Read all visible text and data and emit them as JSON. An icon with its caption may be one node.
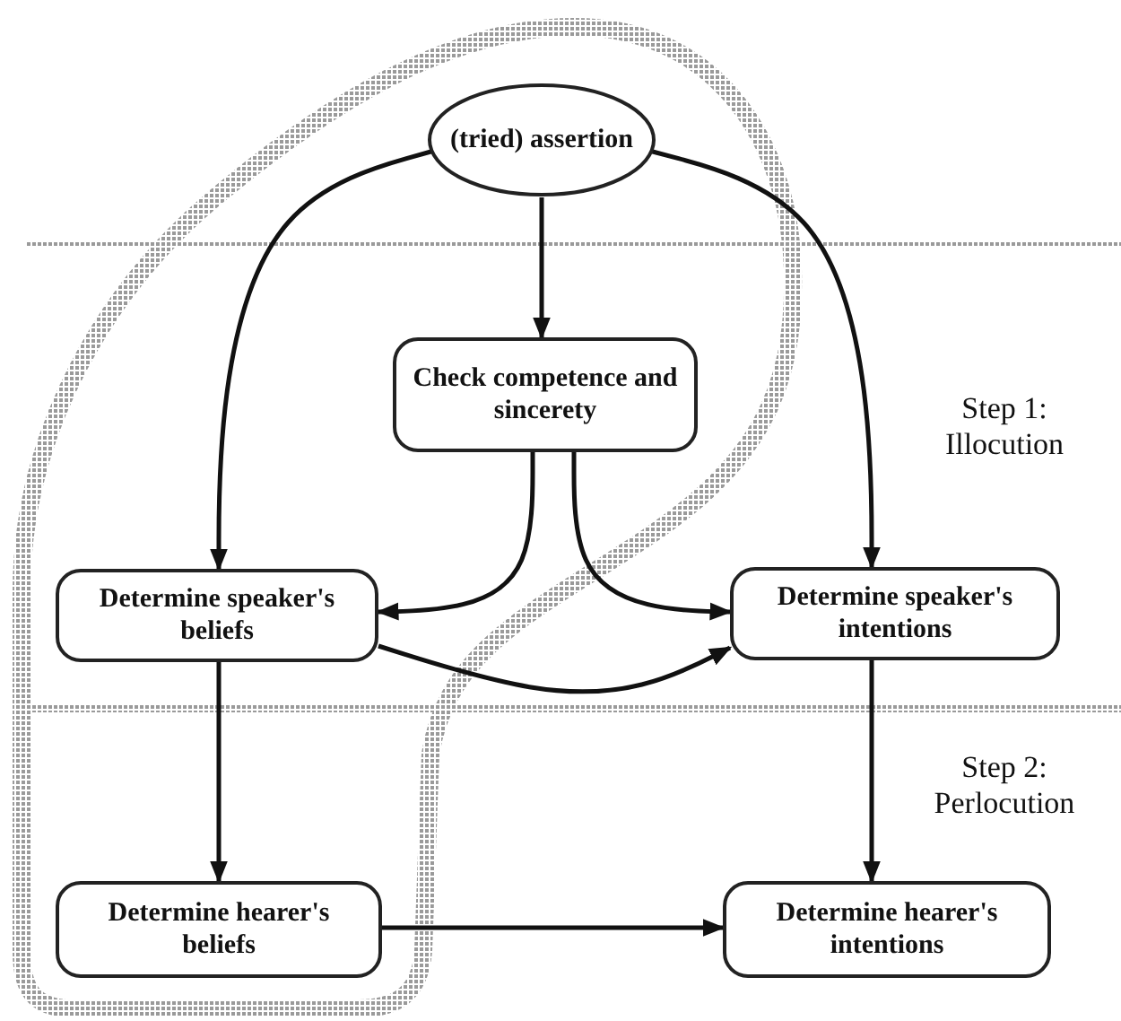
{
  "diagram": {
    "nodes": [
      {
        "text": [
          "(tried) assertion"
        ]
      },
      {
        "text": [
          "Check competence and sincerety"
        ]
      },
      {
        "text": [
          "Determine speaker's beliefs"
        ]
      },
      {
        "text": [
          "Determine speaker's intentions"
        ]
      },
      {
        "text": [
          "Determine hearer's beliefs"
        ]
      },
      {
        "text": [
          "Determine hearer's intentions"
        ]
      }
    ],
    "edges": [
      {
        "from": 0,
        "to": 2,
        "arrow": "to"
      },
      {
        "from": 0,
        "to": 1,
        "arrow": "to"
      },
      {
        "from": 0,
        "to": 3,
        "arrow": "to"
      },
      {
        "from": 1,
        "to": 2,
        "arrow": "to"
      },
      {
        "from": 1,
        "to": 3,
        "arrow": "to"
      },
      {
        "from": 2,
        "to": 3,
        "arrow": "to"
      },
      {
        "from": 2,
        "to": 4,
        "arrow": "to"
      },
      {
        "from": 3,
        "to": 5,
        "arrow": "to"
      },
      {
        "from": 4,
        "to": 5,
        "arrow": "to"
      }
    ],
    "labels": [
      "Step 1: Illocution",
      "Step 2: Perlocution"
    ]
  }
}
